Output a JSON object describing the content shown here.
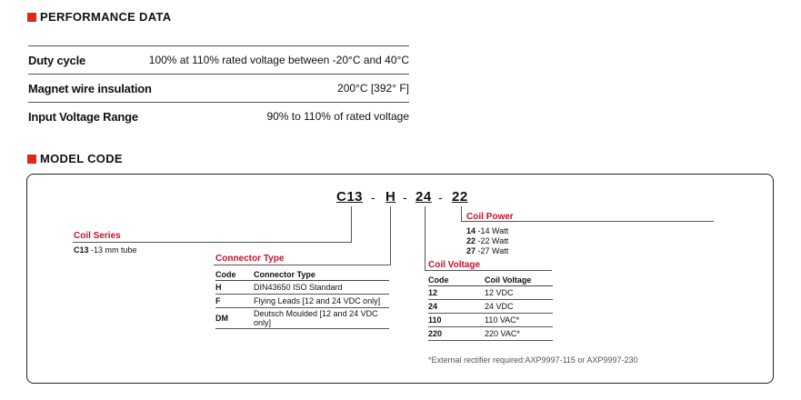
{
  "performance": {
    "heading": "PERFORMANCE DATA",
    "rows": [
      {
        "label": "Duty cycle",
        "value": "100% at 110% rated voltage between -20°C and 40°C"
      },
      {
        "label": "Magnet wire insulation",
        "value": "200°C [392° F]"
      },
      {
        "label": "Input Voltage Range",
        "value": "90% to 110% of rated voltage"
      }
    ]
  },
  "model": {
    "heading": "MODEL CODE",
    "code_parts": [
      "C13",
      "-",
      "H",
      "-",
      "24",
      "-",
      "22"
    ],
    "coil_series": {
      "title": "Coil Series",
      "code": "C13",
      "desc": "-13 mm tube"
    },
    "coil_power": {
      "title": "Coil Power",
      "items": [
        {
          "code": "14",
          "desc": "-14 Watt"
        },
        {
          "code": "22",
          "desc": "-22 Watt"
        },
        {
          "code": "27",
          "desc": "-27 Watt"
        }
      ]
    },
    "connector_type": {
      "title": "Connector Type",
      "col1": "Code",
      "col2": "Connector Type",
      "rows": [
        {
          "code": "H",
          "desc": "DIN43650 ISO Standard"
        },
        {
          "code": "F",
          "desc": "Flying Leads [12 and 24 VDC only]"
        },
        {
          "code": "DM",
          "desc": "Deutsch Moulded [12 and 24 VDC only]"
        }
      ]
    },
    "coil_voltage": {
      "title": "Coil Voltage",
      "col1": "Code",
      "col2": "Coil Voltage",
      "rows": [
        {
          "code": "12",
          "desc": "12 VDC"
        },
        {
          "code": "24",
          "desc": "24 VDC"
        },
        {
          "code": "110",
          "desc": "110 VAC*"
        },
        {
          "code": "220",
          "desc": "220 VAC*"
        }
      ],
      "note": "*External rectifier required:AXP9997-115 or AXP9997-230"
    }
  }
}
